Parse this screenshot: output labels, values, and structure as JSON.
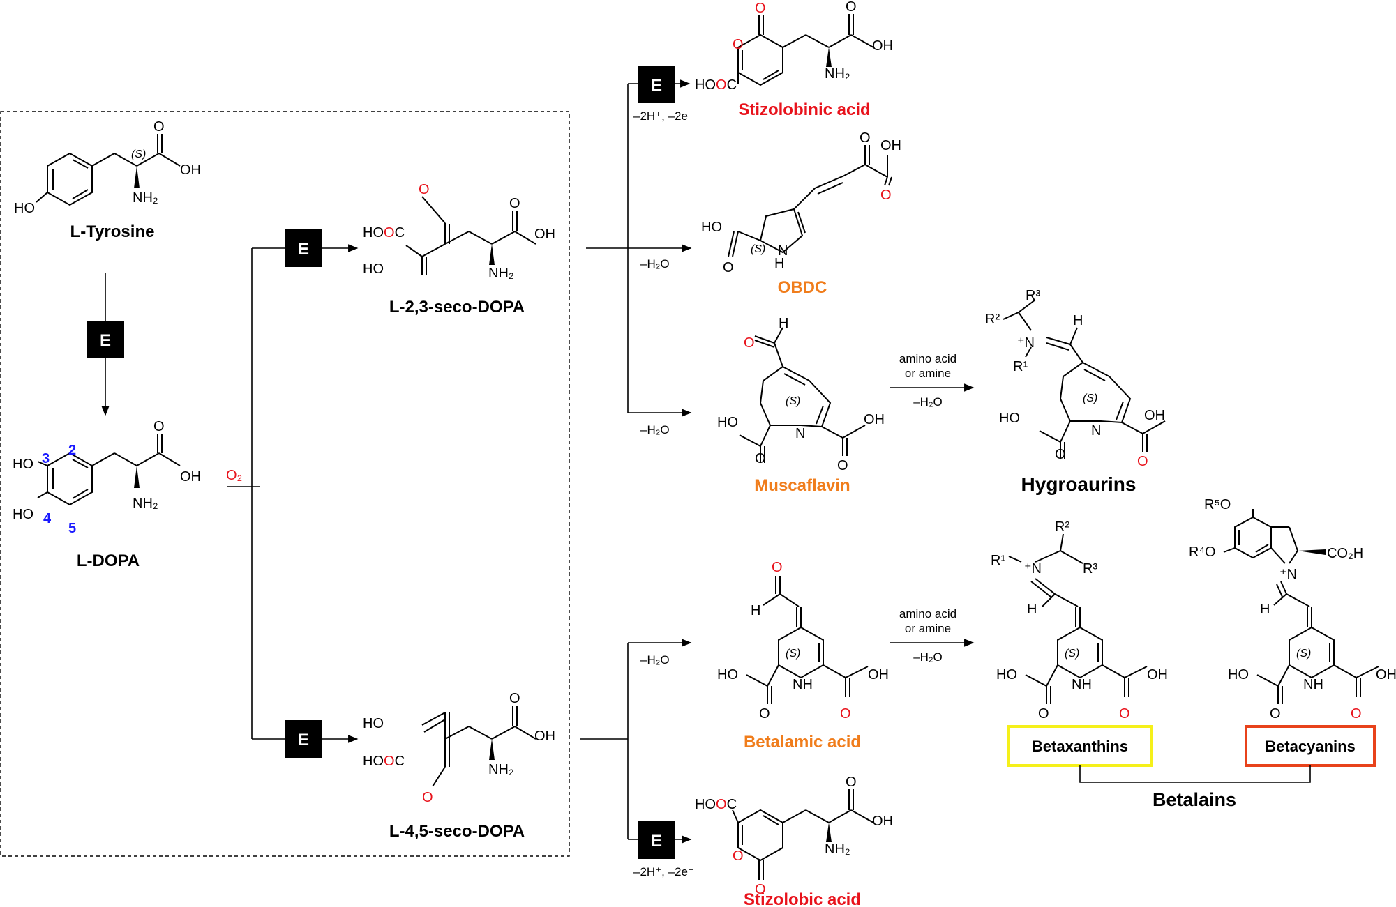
{
  "colors": {
    "black": "#000000",
    "red": "#e8121b",
    "orange": "#f07d1c",
    "blue": "#1a1aff",
    "yellow_box": "#f5f01a",
    "red_box": "#e8421b"
  },
  "enzyme_label": "E",
  "oxygen": "O₂",
  "compounds": {
    "tyrosine": "L-Tyrosine",
    "dopa": "L-DOPA",
    "seco23": "L-2,3-seco-DOPA",
    "seco45": "L-4,5-seco-DOPA",
    "stizolobinic": "Stizolobinic acid",
    "obdc": "OBDC",
    "muscaflavin": "Muscaflavin",
    "hygroaurins": "Hygroaurins",
    "betalamic": "Betalamic acid",
    "betaxanthins": "Betaxanthins",
    "betacyanins": "Betacyanins",
    "betalains": "Betalains",
    "stizolobic": "Stizolobic acid"
  },
  "conditions": {
    "ox": "–2H⁺, –2e⁻",
    "dehydration": "–H₂O",
    "amino_line1": "amino acid",
    "amino_line2": "or amine"
  },
  "dopa_positions": [
    "3",
    "2",
    "4",
    "5"
  ],
  "atoms": {
    "ho": "HO",
    "oh": "OH",
    "o": "O",
    "h": "H",
    "nh": "NH",
    "nh2": "NH₂",
    "hooc": "HOOC",
    "co2h": "CO₂H",
    "stereo_s": "(S)",
    "n_plus": "⁺N",
    "r1": "R¹",
    "r2": "R²",
    "r3": "R³",
    "r4o": "R⁴O",
    "r5o": "R⁵O"
  }
}
